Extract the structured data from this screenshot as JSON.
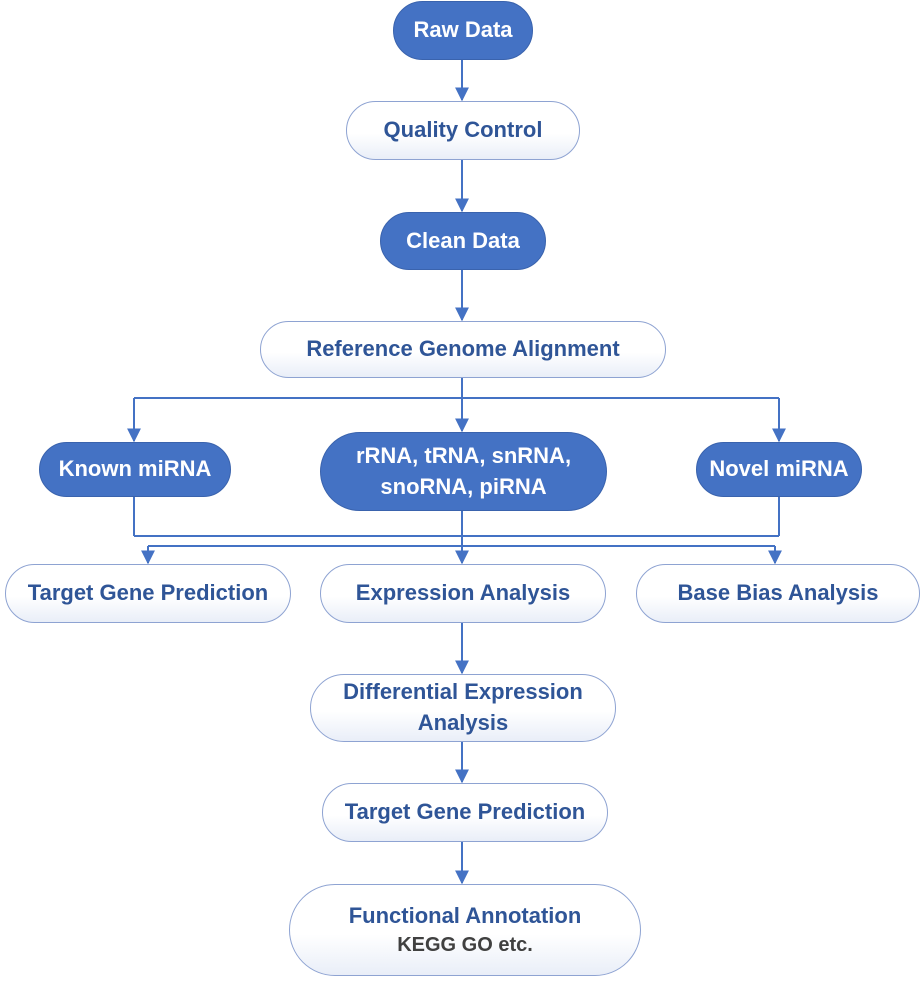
{
  "flowchart": {
    "raw_data": "Raw Data",
    "quality_control": "Quality Control",
    "clean_data": "Clean Data",
    "reference_alignment": "Reference Genome Alignment",
    "known_mirna": "Known miRNA",
    "other_rna_line1": "rRNA, tRNA, snRNA,",
    "other_rna_line2": "snoRNA, piRNA",
    "novel_mirna": "Novel miRNA",
    "target_gene_prediction_left": "Target Gene Prediction",
    "expression_analysis": "Expression Analysis",
    "base_bias_analysis": "Base Bias Analysis",
    "differential_line1": "Differential Expression",
    "differential_line2": "Analysis",
    "target_gene_prediction": "Target Gene Prediction",
    "functional_annotation": "Functional Annotation",
    "functional_annotation_sub": "KEGG GO etc."
  },
  "colors": {
    "filled_node": "#4472c4",
    "outline_node_text": "#2f5597",
    "connector": "#4472c4"
  }
}
